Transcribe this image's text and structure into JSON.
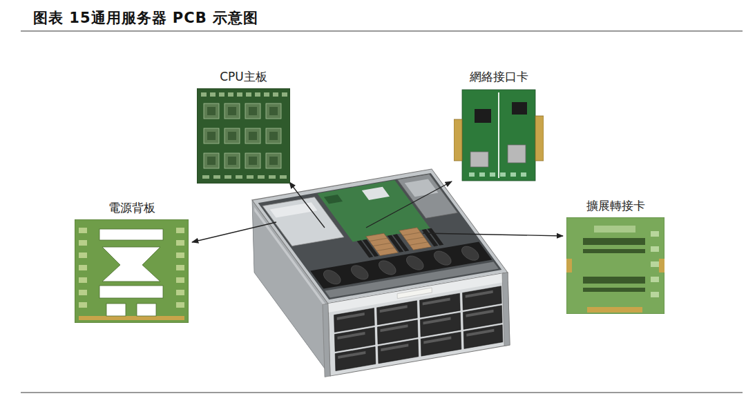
{
  "diagram": {
    "title": "图表 15通用服务器 PCB 示意图",
    "nodes": [
      {
        "text": [
          "CPU主板"
        ]
      },
      {
        "text": [
          "網絡接口卡"
        ]
      },
      {
        "text": [
          "電源背板"
        ]
      },
      {
        "text": [
          "擴展轉接卡"
        ]
      }
    ]
  }
}
